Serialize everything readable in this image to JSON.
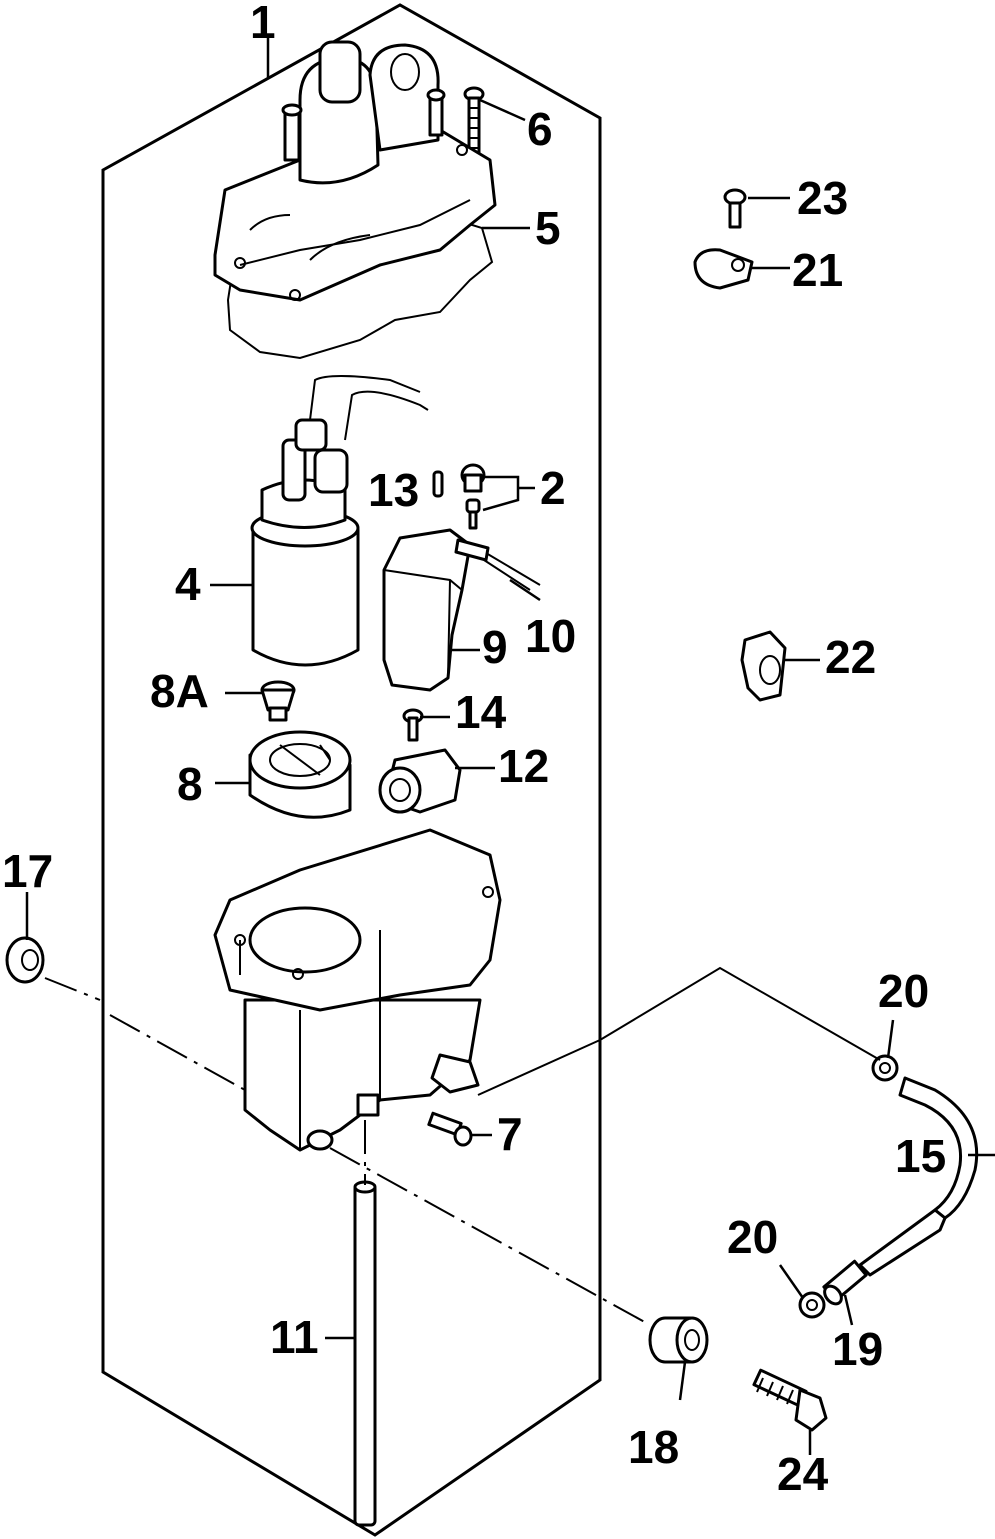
{
  "labels": {
    "l1": "1",
    "l2": "2",
    "l4": "4",
    "l5": "5",
    "l6": "6",
    "l7": "7",
    "l8": "8",
    "l8a": "8A",
    "l9": "9",
    "l10": "10",
    "l11": "11",
    "l12": "12",
    "l13": "13",
    "l14": "14",
    "l15": "15",
    "l17": "17",
    "l18": "18",
    "l19": "19",
    "l20a": "20",
    "l20b": "20",
    "l21": "21",
    "l22": "22",
    "l23": "23",
    "l24": "24"
  },
  "colors": {
    "ink": "#000000",
    "paper": "#ffffff"
  }
}
